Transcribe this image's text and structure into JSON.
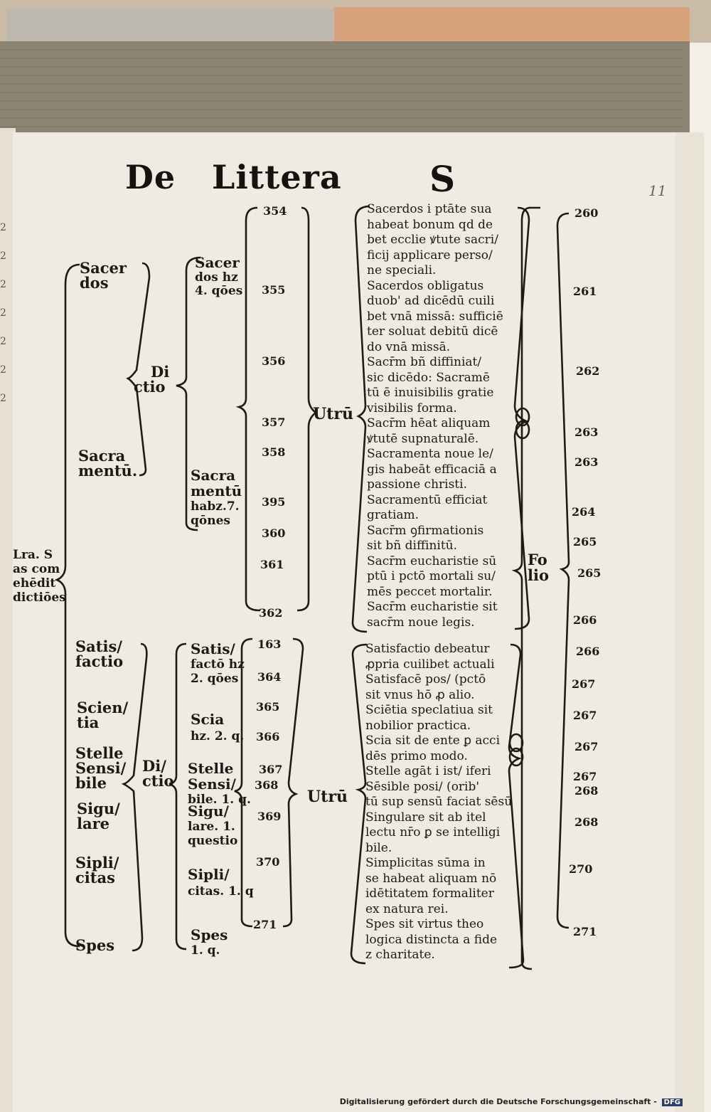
{
  "page": {
    "heading_words": [
      "De",
      "Littera",
      "S"
    ],
    "margin_mark": "11",
    "footer_text": "Digitalisierung gefördert durch die Deutsche Forschungsgemeinschaft",
    "footer_logo": "DFG"
  },
  "col1": {
    "sacerdos": [
      "Sacer",
      "dos"
    ],
    "sacramentum": [
      "Sacra",
      "mentū."
    ],
    "dictio": [
      "Di",
      "ctio"
    ],
    "littera_s": [
      "Lra. S",
      "as com",
      "ehēdit",
      "dictiōes"
    ],
    "satisfactio": [
      "Satis/",
      "factio"
    ],
    "scientia": [
      "Scien/",
      "tia"
    ],
    "stelle_sensibile": [
      "Stelle",
      "Sensi/",
      "bile"
    ],
    "sigulare": [
      "Sigu/",
      "lare"
    ],
    "siplicitas": [
      "Sipli/",
      "citas"
    ],
    "spes": "Spes",
    "dictio2": [
      "Di/",
      "ctio"
    ]
  },
  "col2": {
    "sacerdos": [
      "Sacer",
      "dos hz",
      "4. qōes"
    ],
    "sacramentum": [
      "Sacra",
      "mentū",
      "habz.7.",
      "qōnes"
    ],
    "satisfactio": [
      "Satis/",
      "factō hz",
      "2. qōes"
    ],
    "scia": [
      "Scia",
      "hz. 2. q."
    ],
    "stelle": [
      "Stelle",
      "Sensi/",
      "bile. 1. q."
    ],
    "sigulare": [
      "Sigu/",
      "lare. 1.",
      "questio"
    ],
    "siplicitas": [
      "Sipli/",
      "citas. 1. q"
    ],
    "spes": [
      "Spes",
      "1. q."
    ]
  },
  "col3": {
    "upper": [
      "354",
      "355",
      "356",
      "357",
      "358",
      "395",
      "360",
      "361",
      "362"
    ],
    "lower": [
      "163",
      "364",
      "365",
      "366",
      "367",
      "368",
      "369",
      "370",
      "271"
    ],
    "utrum": "Utrū"
  },
  "questions_upper": [
    "Sacerdos i ptāte sua",
    "habeat bonum qd de",
    "bet ecclie ꝟtute sacri/",
    "ficij applicare perso/",
    "ne speciali.",
    "Sacerdos obligatus",
    "duob' ad dicēdū cuili",
    "bet vnā missā: sufficiē",
    "ter soluat debitū dicē",
    "do vnā missā.",
    "Sacr̄m bñ diffiniat/",
    "sic dicēdo: Sacramē",
    "tū ē inuisibilis gratie",
    "visibilis forma.",
    "Sacr̄m hēat aliquam",
    "ꝟtutē supnaturalē.",
    "Sacramenta noue le/",
    "gis habeāt efficaciā a",
    "passione christi.",
    "Sacramentū efficiat",
    "gratiam.",
    "Sacr̄m ꝯfirmationis",
    "sit bñ diffinitū.",
    "Sacr̄m eucharistie sū",
    "ptū i pctō mortali su/",
    "mēs peccet mortalir.",
    "Sacr̄m eucharistie sit",
    "sacr̄m noue legis."
  ],
  "questions_lower": [
    "Satisfactio debeatur",
    "ꝓpria cuilibet actuali",
    "Satisfacē pos/ (pctō",
    "sit vnus hō ꝓ alio.",
    "Sciētia speclatiua sit",
    "nobilior practica.",
    "Scia sit de ente ꝑ acci",
    "dēs primo modo.",
    "Stelle agāt i ist/ iferi",
    "Sēsible posi/ (orib'",
    "tū sup sensū faciat sēsū",
    "Singulare sit ab itel",
    "lectu nr̄o ꝑ se intelligi",
    "bile.",
    "Simplicitas sūma in",
    "se habeat aliquam nō",
    "idētitatem formaliter",
    "ex natura rei.",
    "Spes sit virtus theo",
    "logica distincta a fide",
    "z charitate."
  ],
  "folio": {
    "label": [
      "Fo",
      "lio"
    ],
    "numbers": [
      "260",
      "261",
      "262",
      "263",
      "263",
      "264",
      "265",
      "265",
      "266",
      "266",
      "267",
      "267",
      "267",
      "267",
      "268",
      "268",
      "270",
      "271"
    ]
  },
  "colors": {
    "ink": "#1c1814",
    "paper": "#f1ece3",
    "edge": "#8a7d68"
  }
}
